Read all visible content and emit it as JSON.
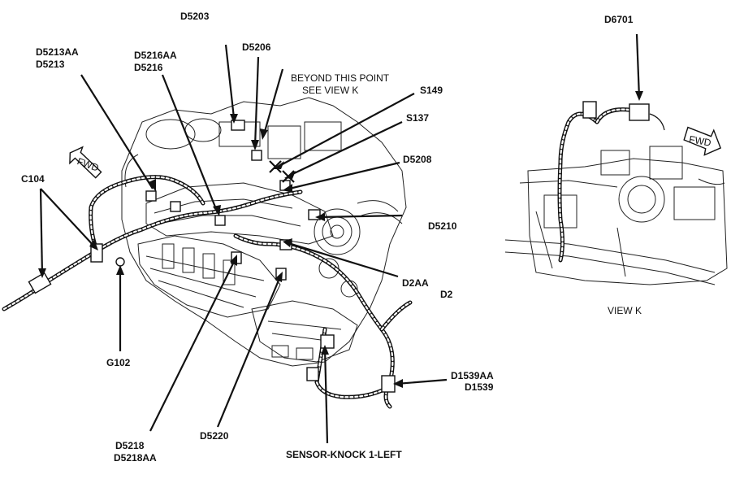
{
  "labels": {
    "d5203": "D5203",
    "d5213aa": "D5213AA",
    "d5213": "D5213",
    "d5216aa": "D5216AA",
    "d5216": "D5216",
    "d5206": "D5206",
    "beyond_line1": "BEYOND THIS POINT",
    "beyond_line2": "SEE VIEW K",
    "s149": "S149",
    "s137": "S137",
    "d5208": "D5208",
    "d5210": "D5210",
    "c104": "C104",
    "d2aa": "D2AA",
    "d2": "D2",
    "g102": "G102",
    "d1539aa": "D1539AA",
    "d1539": "D1539",
    "d5218": "D5218",
    "d5218aa": "D5218AA",
    "d5220": "D5220",
    "sensor_knock": "SENSOR-KNOCK 1-LEFT",
    "d6701": "D6701",
    "view_k": "VIEW K"
  },
  "fwd_arrows": {
    "main": "FWD",
    "view_k": "FWD"
  },
  "icons": {
    "fwd_arrow": "fwd-arrow-icon",
    "connector": "connector-icon",
    "ground": "ground-icon"
  }
}
